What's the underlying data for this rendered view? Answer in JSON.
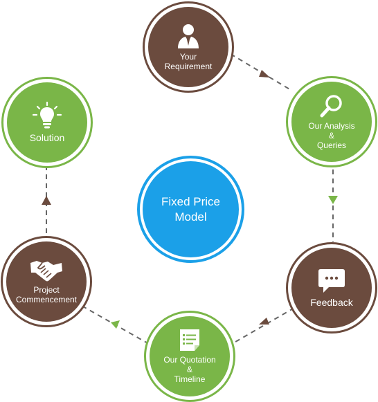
{
  "colors": {
    "brown": "#6b4b3e",
    "green": "#7ab648",
    "blue": "#1ba0e8",
    "connector": "#666666"
  },
  "center": {
    "line1": "Fixed Price",
    "line2": "Model"
  },
  "nodes": [
    {
      "id": "requirement",
      "color": "brown",
      "icon": "person-icon",
      "lines": [
        "Your",
        "Requirement"
      ]
    },
    {
      "id": "analysis",
      "color": "green",
      "icon": "magnifier-icon",
      "lines": [
        "Our Analysis",
        "&",
        "Queries"
      ]
    },
    {
      "id": "feedback",
      "color": "brown",
      "icon": "chat-bubble-icon",
      "lines": [
        "Feedback"
      ]
    },
    {
      "id": "quotation",
      "color": "green",
      "icon": "document-list-icon",
      "lines": [
        "Our Quotation",
        "&",
        "Timeline"
      ]
    },
    {
      "id": "commencement",
      "color": "brown",
      "icon": "handshake-icon",
      "lines": [
        "Project",
        "Commencement"
      ]
    },
    {
      "id": "solution",
      "color": "green",
      "icon": "lightbulb-icon",
      "lines": [
        "Solution"
      ]
    }
  ]
}
